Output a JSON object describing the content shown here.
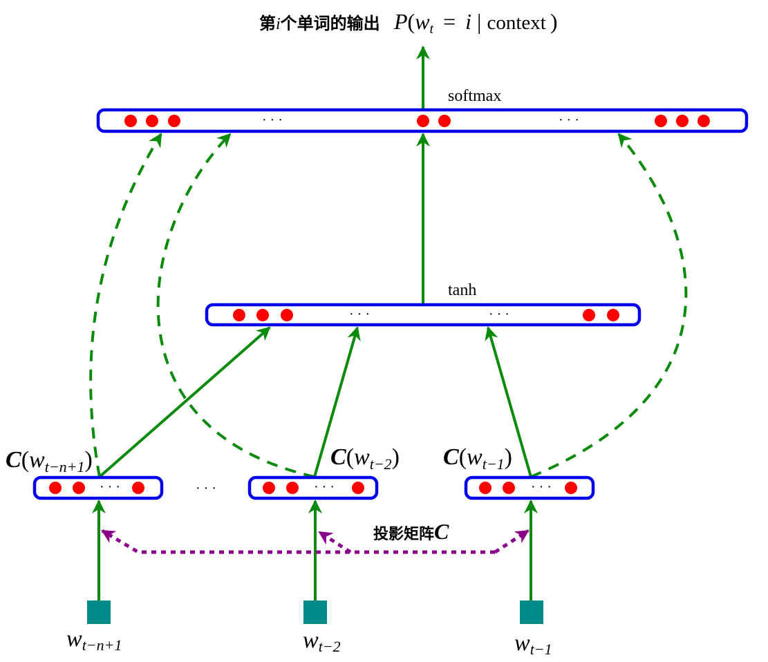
{
  "title": {
    "cn_prefix": "第",
    "cn_i": "i",
    "cn_suffix": "个单词的输出",
    "formula_P": "P",
    "formula_open": "(",
    "formula_w": "w",
    "formula_t": "t",
    "formula_eq": "=",
    "formula_i": "i",
    "formula_bar": "|",
    "formula_context": "context",
    "formula_close": ")"
  },
  "layers": {
    "softmax": {
      "label": "softmax",
      "neuron_groups": [
        3,
        2,
        3
      ]
    },
    "tanh": {
      "label": "tanh",
      "neuron_groups": [
        3,
        2
      ]
    }
  },
  "embeddings": [
    {
      "label_C": "C",
      "label_w": "w",
      "label_sub": "t−n+1",
      "word_w": "w",
      "word_sub": "t−n+1"
    },
    {
      "label_C": "C",
      "label_w": "w",
      "label_sub": "t−2",
      "word_w": "w",
      "word_sub": "t−2"
    },
    {
      "label_C": "C",
      "label_w": "w",
      "label_sub": "t−1",
      "word_w": "w",
      "word_sub": "t−1"
    }
  ],
  "ellipsis": "· · ·",
  "projection": {
    "label_cn": "投影矩阵",
    "label_C": "C"
  },
  "colors": {
    "layer_border": "#0000ee",
    "neuron": "#ff0000",
    "arrow": "#0a8a0a",
    "projection_arrow": "#8b008b",
    "word_box": "#008b8b"
  }
}
